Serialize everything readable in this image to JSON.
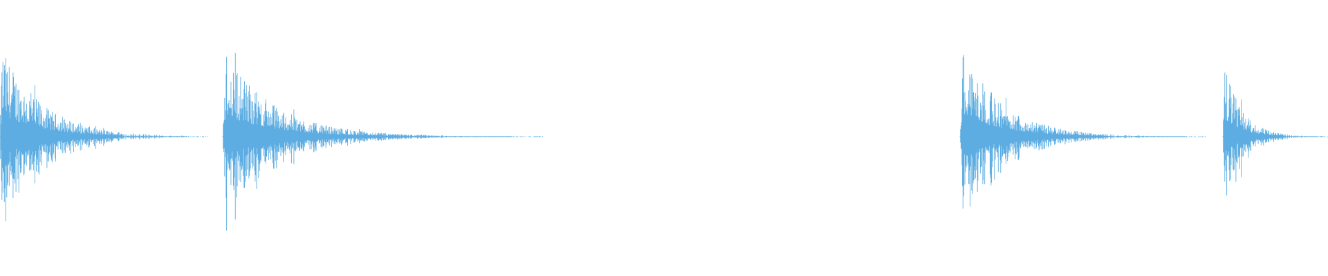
{
  "waveform": {
    "color": "#5DADE2",
    "background": "#FFFFFF",
    "bursts": [
      {
        "peak": 0.68,
        "decay": 5.2,
        "len": 0.84
      },
      {
        "peak": 0.66,
        "decay": 6.5,
        "len": 1.0
      },
      {
        "peak": 0.69,
        "decay": 6.0,
        "len": 0.85
      },
      {
        "peak": 0.58,
        "decay": 5.8,
        "len": 0.84
      }
    ]
  }
}
